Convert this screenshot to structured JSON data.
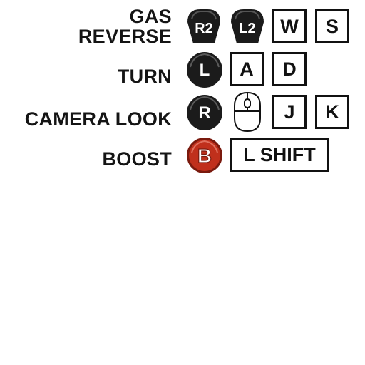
{
  "actions": {
    "gas": "GAS",
    "reverse": "REVERSE",
    "turn": "TURN",
    "camera_look": "CAMERA LOOK",
    "boost": "BOOST"
  },
  "gamepad": {
    "r2": "R2",
    "l2": "L2",
    "left_stick": "L",
    "right_stick": "R",
    "b_button": "B"
  },
  "keys": {
    "w": "W",
    "s": "S",
    "a": "A",
    "d": "D",
    "j": "J",
    "k": "K",
    "lshift": "L SHIFT"
  },
  "icons": {
    "mouse": "mouse-icon"
  },
  "colors": {
    "pad_dark": "#1b1b1b",
    "boost_red": "#c0301c",
    "key_border": "#111111",
    "text": "#141414"
  }
}
